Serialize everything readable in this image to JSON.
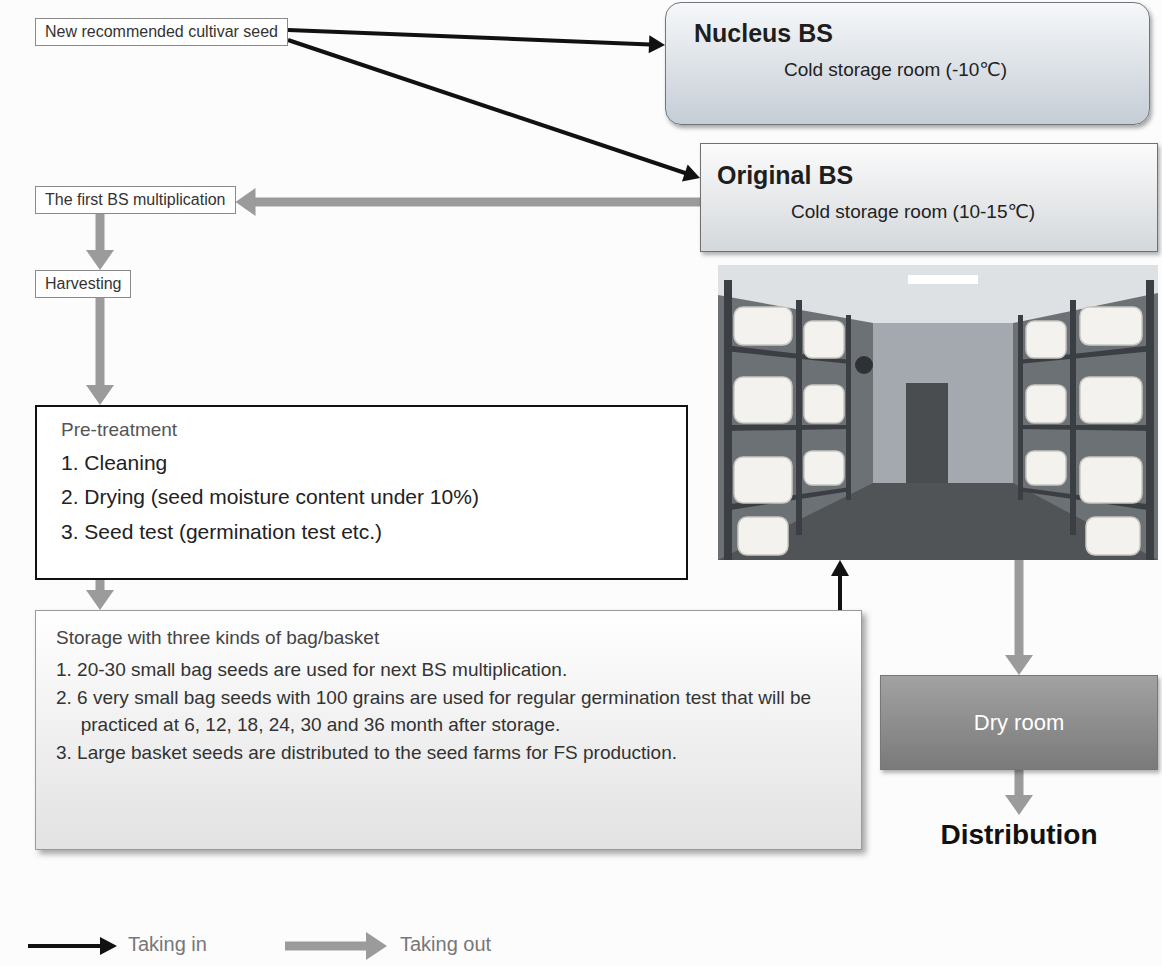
{
  "diagram": {
    "nodes": [
      {
        "text": [
          "New recommended cultivar seed"
        ]
      },
      {
        "text": [
          "Nucleus BS",
          "Cold storage room (-10℃)"
        ]
      },
      {
        "text": [
          "The first BS multiplication"
        ]
      },
      {
        "text": [
          "Original BS",
          "Cold storage room (10-15℃)"
        ]
      },
      {
        "text": [
          "Harvesting"
        ]
      },
      {
        "text": [
          "Pre-treatment",
          "1. Cleaning",
          "2. Drying (seed moisture content under 10%)",
          "3. Seed test (germination test etc.)"
        ]
      },
      {
        "text": [
          "Storage with three kinds of bag/basket",
          "1. 20-30 small bag seeds are used for next BS multiplication.",
          "2. 6 very small bag seeds with 100 grains are used for regular germination test that will be practiced at 6, 12, 18, 24, 30 and 36 month after storage.",
          "3. Large basket seeds are distributed to the seed farms for FS production."
        ]
      },
      {
        "text": [
          "Dry room"
        ]
      },
      {
        "text": [
          "Distribution"
        ]
      }
    ],
    "edges": [
      {
        "from": 0,
        "to": 1,
        "arrow": "to"
      },
      {
        "from": 0,
        "to": 3,
        "arrow": "to"
      },
      {
        "from": 3,
        "to": 2,
        "arrow": "to"
      },
      {
        "from": 2,
        "to": 4,
        "arrow": "to"
      },
      {
        "from": 4,
        "to": 5,
        "arrow": "to"
      },
      {
        "from": 5,
        "to": 6,
        "arrow": "to"
      },
      {
        "from": 6,
        "to": 3,
        "arrow": "to"
      },
      {
        "from": 3,
        "to": 7,
        "arrow": "to"
      },
      {
        "from": 7,
        "to": 8,
        "arrow": "to"
      }
    ],
    "legend": [
      {
        "text": "Taking in"
      },
      {
        "text": "Taking out"
      }
    ]
  }
}
